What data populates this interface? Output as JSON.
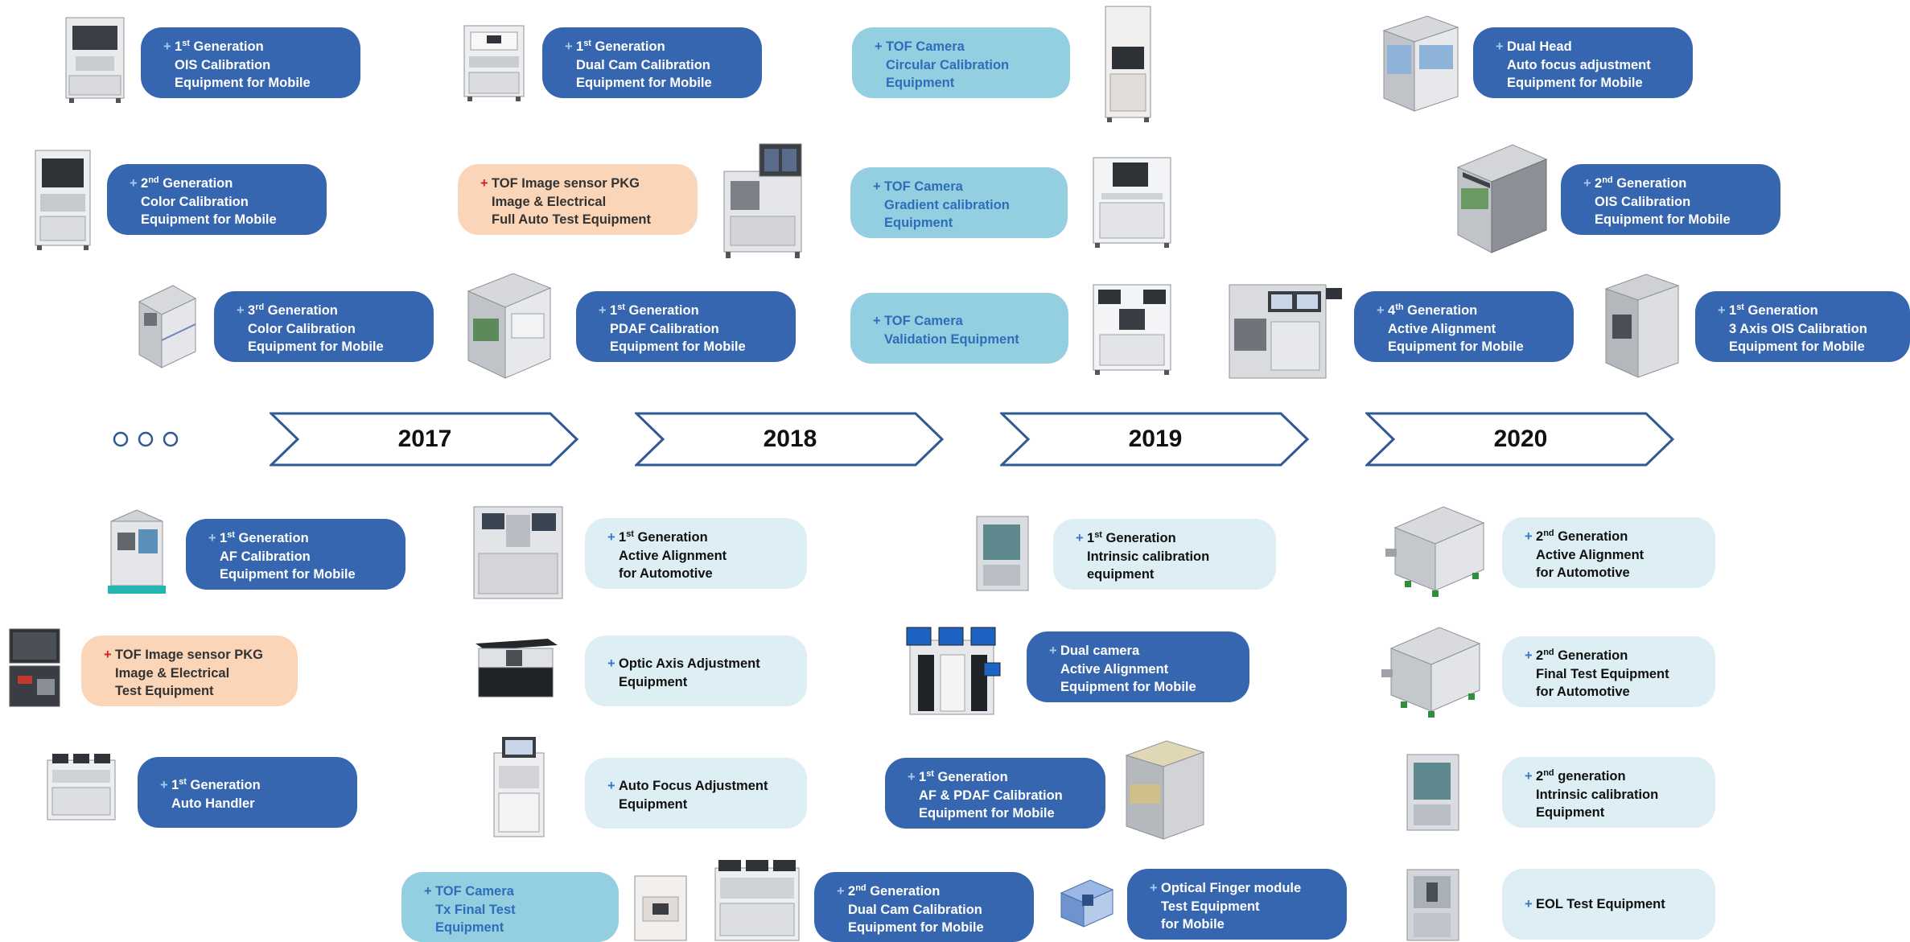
{
  "timeline": {
    "years": [
      "2017",
      "2018",
      "2019",
      "2020"
    ],
    "colors": {
      "dark": "#3666b0",
      "tof": "#93cfe1",
      "light": "#ddeef5",
      "peach": "#fbd5b8",
      "outline": "#2f5a93"
    }
  },
  "items": [
    {
      "pre": "1",
      "sup": "st",
      "post": " Generation",
      "l2": "OIS Calibration",
      "l3": "Equipment for Mobile"
    },
    {
      "pre": "2",
      "sup": "nd",
      "post": " Generation",
      "l2": "Color Calibration",
      "l3": "Equipment for Mobile"
    },
    {
      "pre": "3",
      "sup": "rd",
      "post": " Generation",
      "l2": "Color Calibration",
      "l3": "Equipment for Mobile"
    },
    {
      "pre": "1",
      "sup": "st",
      "post": " Generation",
      "l2": "Dual Cam Calibration",
      "l3": "Equipment for Mobile"
    },
    {
      "pre": "TOF Image sensor PKG",
      "l2": "Image & Electrical",
      "l3": "Full Auto Test Equipment"
    },
    {
      "pre": "1",
      "sup": "st",
      "post": " Generation",
      "l2": "PDAF Calibration",
      "l3": "Equipment for Mobile"
    },
    {
      "pre": "TOF Camera",
      "l2": "Circular Calibration",
      "l3": "Equipment"
    },
    {
      "pre": "TOF Camera",
      "l2": "Gradient calibration",
      "l3": "Equipment"
    },
    {
      "pre": "TOF Camera",
      "l2": "Validation Equipment"
    },
    {
      "pre": "Dual Head",
      "l2": "Auto focus adjustment",
      "l3": "Equipment for Mobile"
    },
    {
      "pre": "2",
      "sup": "nd",
      "post": " Generation",
      "l2": "OIS Calibration",
      "l3": "Equipment for Mobile"
    },
    {
      "pre": "4",
      "sup": "th",
      "post": " Generation",
      "l2": "Active Alignment",
      "l3": "Equipment for Mobile"
    },
    {
      "pre": "1",
      "sup": "st",
      "post": " Generation",
      "l2": "3 Axis OIS Calibration",
      "l3": "Equipment for Mobile"
    },
    {
      "pre": "1",
      "sup": "st",
      "post": " Generation",
      "l2": "AF Calibration",
      "l3": "Equipment for Mobile"
    },
    {
      "pre": "TOF Image sensor PKG",
      "l2": "Image & Electrical",
      "l3": "Test Equipment"
    },
    {
      "pre": "1",
      "sup": "st",
      "post": " Generation",
      "l2": "Auto Handler"
    },
    {
      "pre": "1",
      "sup": "st",
      "post": " Generation",
      "l2": "Active Alignment",
      "l3": "for Automotive"
    },
    {
      "pre": "Optic Axis Adjustment",
      "l2": "Equipment"
    },
    {
      "pre": "Auto Focus Adjustment",
      "l2": "Equipment"
    },
    {
      "pre": "TOF Camera",
      "l2": "Tx Final Test",
      "l3": "Equipment"
    },
    {
      "pre": "2",
      "sup": "nd",
      "post": " Generation",
      "l2": "Dual Cam Calibration",
      "l3": "Equipment for Mobile"
    },
    {
      "pre": "1",
      "sup": "st",
      "post": " Generation",
      "l2": "Intrinsic calibration",
      "l3": "equipment"
    },
    {
      "pre": "Dual camera",
      "l2": "Active Alignment",
      "l3": "Equipment for Mobile"
    },
    {
      "pre": "1",
      "sup": "st",
      "post": " Generation",
      "l2": "AF & PDAF Calibration",
      "l3": "Equipment for Mobile"
    },
    {
      "pre": "Optical Finger module",
      "l2": "Test Equipment",
      "l3": "for Mobile"
    },
    {
      "pre": "2",
      "sup": "nd",
      "post": " Generation",
      "l2": "Active Alignment",
      "l3": "for Automotive"
    },
    {
      "pre": "2",
      "sup": "nd",
      "post": " Generation",
      "l2": "Final Test Equipment",
      "l3": "for Automotive"
    },
    {
      "pre": "2",
      "sup": "nd",
      "post": " generation",
      "l2": "Intrinsic calibration",
      "l3": "Equipment"
    },
    {
      "pre": "EOL Test Equipment"
    }
  ]
}
